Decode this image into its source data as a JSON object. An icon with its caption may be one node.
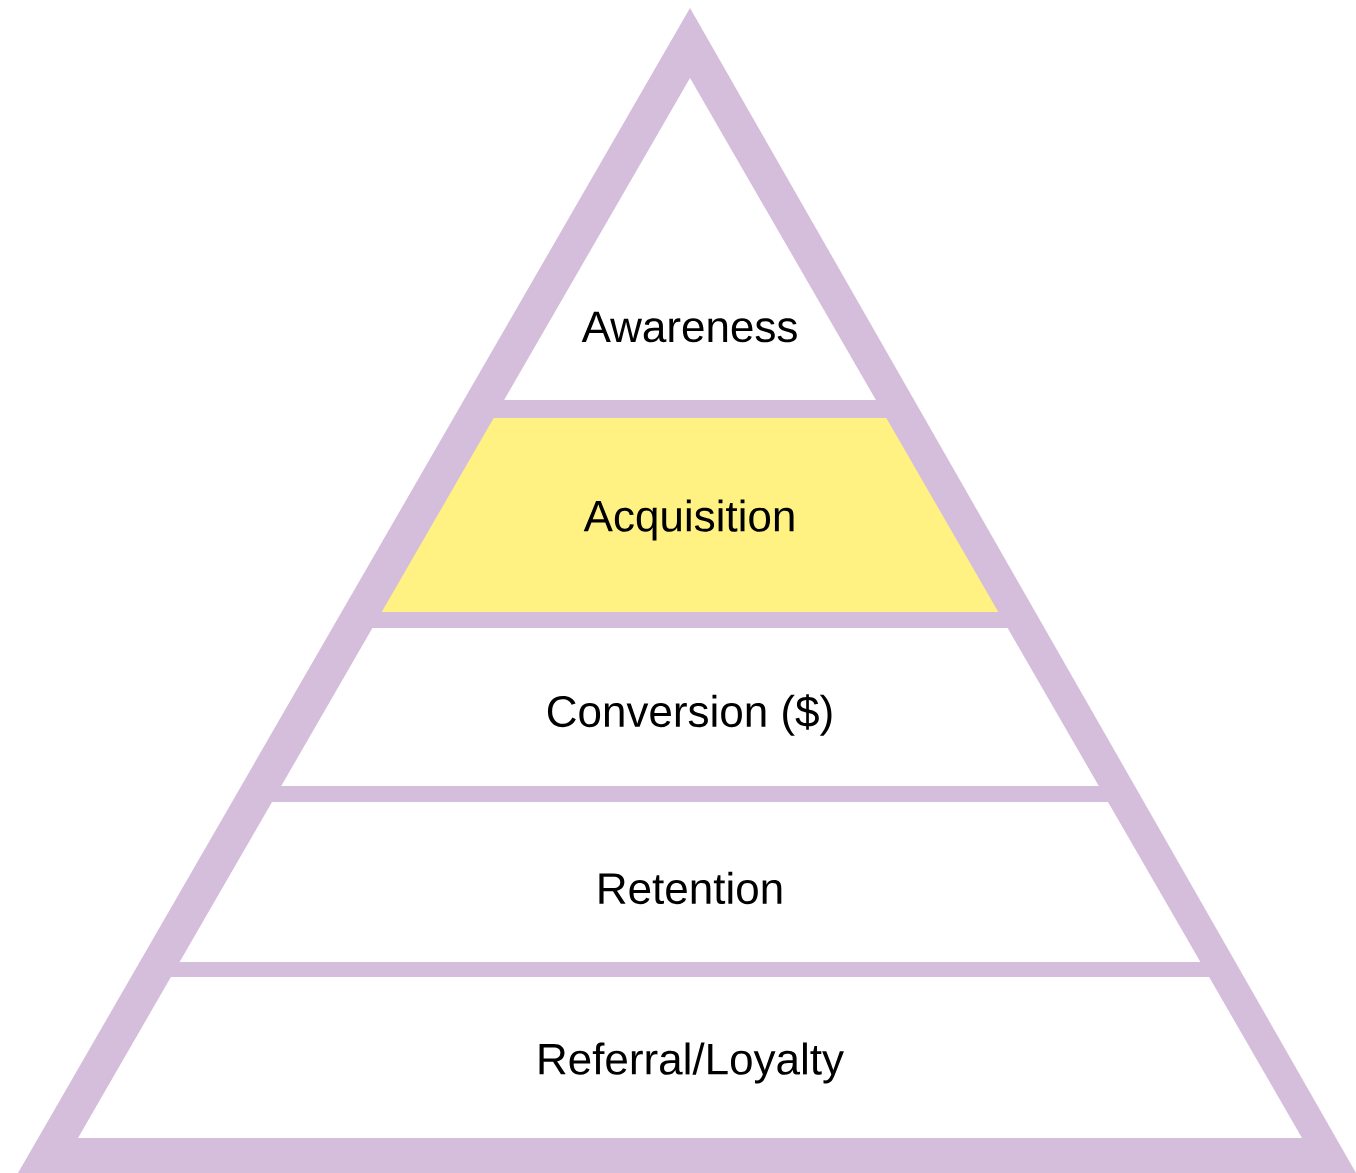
{
  "diagram": {
    "nodes": [
      {
        "text": [
          "Awareness"
        ]
      },
      {
        "text": [
          "Acquisition"
        ]
      },
      {
        "text": [
          "Conversion ($)"
        ]
      },
      {
        "text": [
          "Retention"
        ]
      },
      {
        "text": [
          "Referral/Loyalty"
        ]
      }
    ]
  }
}
